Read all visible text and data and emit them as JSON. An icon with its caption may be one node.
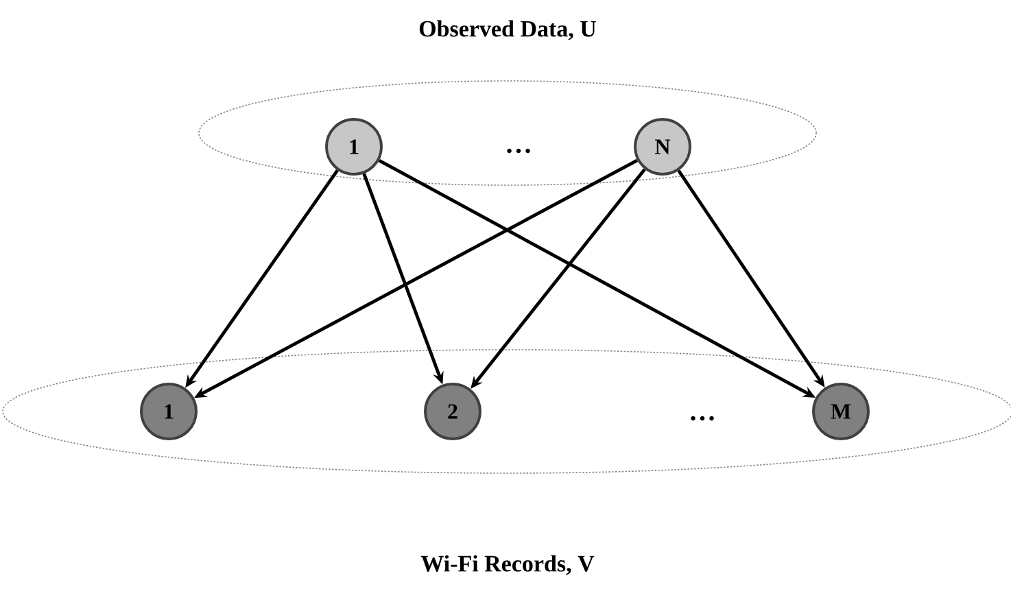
{
  "diagram": {
    "nodes": [
      {
        "text": [
          "Observed Data, U"
        ]
      },
      {
        "text": [
          "1"
        ],
        "in": 0
      },
      {
        "text": [
          "N"
        ],
        "in": 0
      },
      {
        "text": [
          "Wi-Fi Records, V"
        ]
      },
      {
        "text": [
          "1"
        ],
        "in": 3
      },
      {
        "text": [
          "2"
        ],
        "in": 3
      },
      {
        "text": [
          "M"
        ],
        "in": 3
      }
    ],
    "edges": [
      {
        "from": 1,
        "to": 4,
        "arrow": "to"
      },
      {
        "from": 1,
        "to": 5,
        "arrow": "to"
      },
      {
        "from": 1,
        "to": 6,
        "arrow": "to"
      },
      {
        "from": 2,
        "to": 4,
        "arrow": "to"
      },
      {
        "from": 2,
        "to": 5,
        "arrow": "to"
      },
      {
        "from": 2,
        "to": 6,
        "arrow": "to"
      }
    ],
    "labels": [
      "…",
      "…"
    ]
  }
}
